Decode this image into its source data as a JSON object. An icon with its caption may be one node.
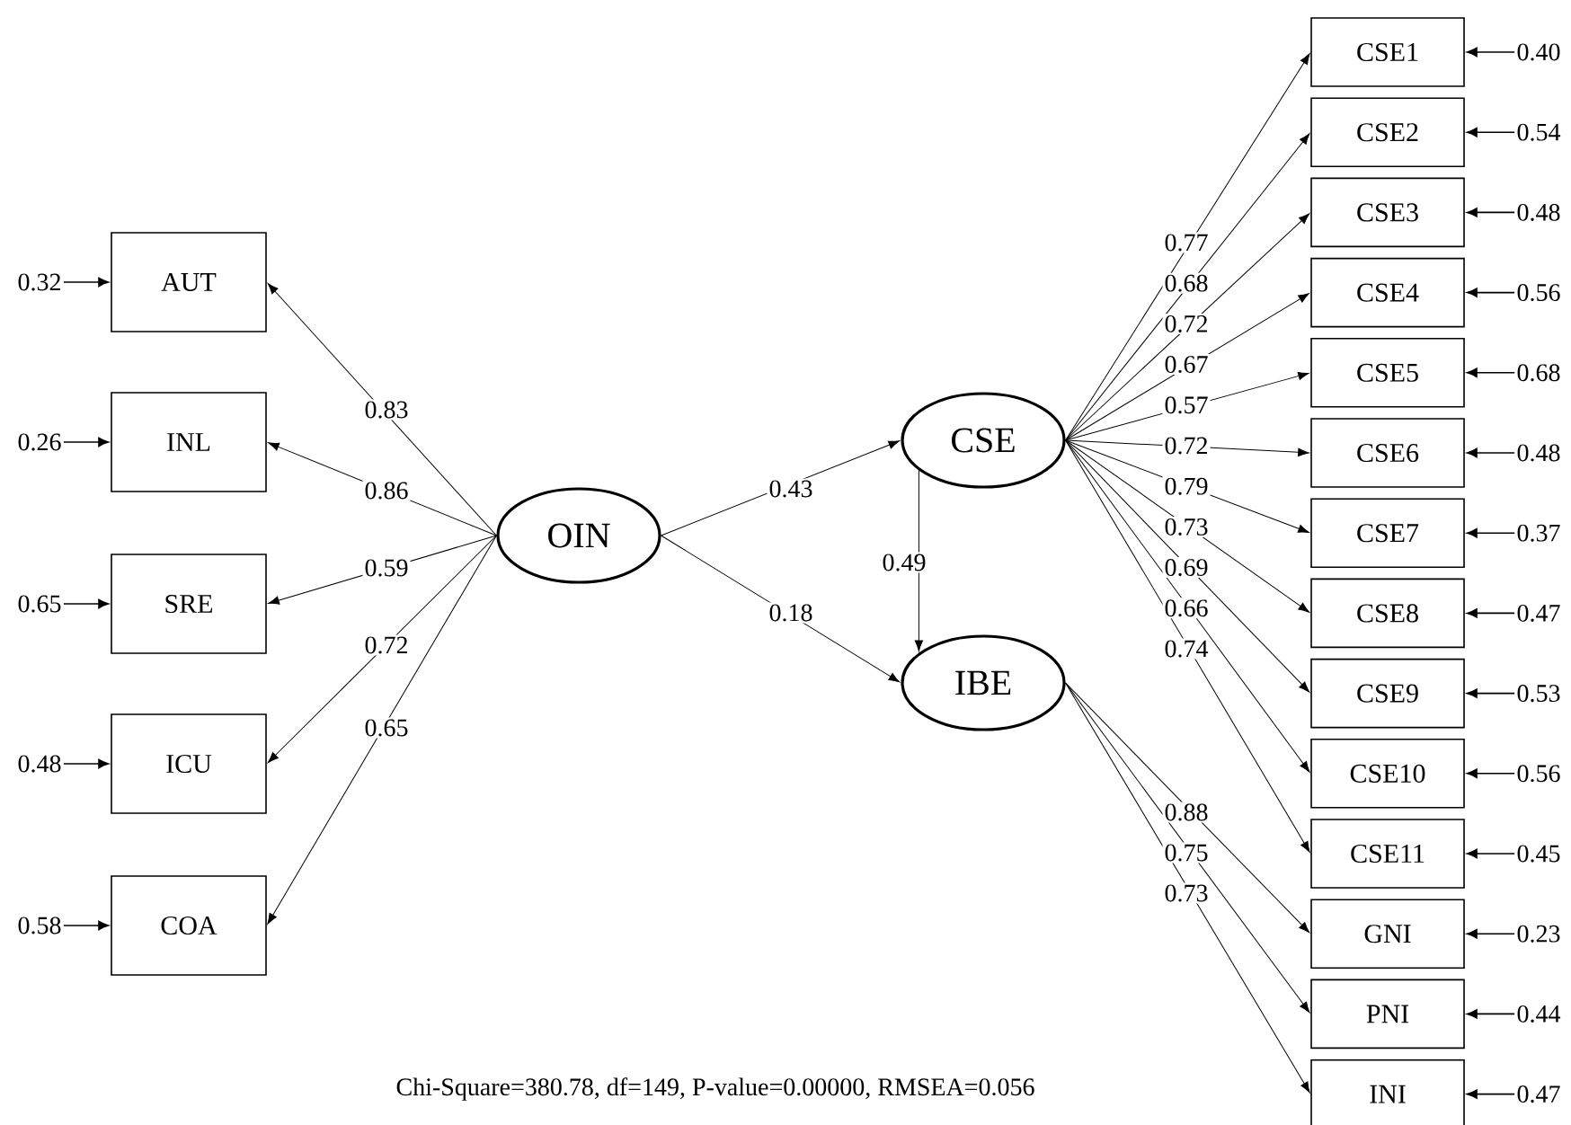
{
  "diagram": {
    "caption": "Chi-Square=380.78, df=149, P-value=0.00000, RMSEA=0.056",
    "nodes": [
      {
        "text": [
          "AUT"
        ]
      },
      {
        "text": [
          "INL"
        ]
      },
      {
        "text": [
          "SRE"
        ]
      },
      {
        "text": [
          "ICU"
        ]
      },
      {
        "text": [
          "COA"
        ]
      },
      {
        "text": [
          "OIN"
        ]
      },
      {
        "text": [
          "CSE"
        ]
      },
      {
        "text": [
          "IBE"
        ]
      },
      {
        "text": [
          "CSE1"
        ]
      },
      {
        "text": [
          "CSE2"
        ]
      },
      {
        "text": [
          "CSE3"
        ]
      },
      {
        "text": [
          "CSE4"
        ]
      },
      {
        "text": [
          "CSE5"
        ]
      },
      {
        "text": [
          "CSE6"
        ]
      },
      {
        "text": [
          "CSE7"
        ]
      },
      {
        "text": [
          "CSE8"
        ]
      },
      {
        "text": [
          "CSE9"
        ]
      },
      {
        "text": [
          "CSE10"
        ]
      },
      {
        "text": [
          "CSE11"
        ]
      },
      {
        "text": [
          "GNI"
        ]
      },
      {
        "text": [
          "PNI"
        ]
      },
      {
        "text": [
          "INI"
        ]
      },
      {
        "text": [
          "0.32"
        ]
      },
      {
        "text": [
          "0.26"
        ]
      },
      {
        "text": [
          "0.65"
        ]
      },
      {
        "text": [
          "0.48"
        ]
      },
      {
        "text": [
          "0.58"
        ]
      },
      {
        "text": [
          "0.40"
        ]
      },
      {
        "text": [
          "0.54"
        ]
      },
      {
        "text": [
          "0.48"
        ]
      },
      {
        "text": [
          "0.56"
        ]
      },
      {
        "text": [
          "0.68"
        ]
      },
      {
        "text": [
          "0.48"
        ]
      },
      {
        "text": [
          "0.37"
        ]
      },
      {
        "text": [
          "0.47"
        ]
      },
      {
        "text": [
          "0.53"
        ]
      },
      {
        "text": [
          "0.56"
        ]
      },
      {
        "text": [
          "0.45"
        ]
      },
      {
        "text": [
          "0.23"
        ]
      },
      {
        "text": [
          "0.44"
        ]
      },
      {
        "text": [
          "0.47"
        ]
      }
    ],
    "edges": [
      {
        "from": 5,
        "to": 0,
        "arrow": "to",
        "label": "0.83"
      },
      {
        "from": 5,
        "to": 1,
        "arrow": "to",
        "label": "0.86"
      },
      {
        "from": 5,
        "to": 2,
        "arrow": "to",
        "label": "0.59"
      },
      {
        "from": 5,
        "to": 3,
        "arrow": "to",
        "label": "0.72"
      },
      {
        "from": 5,
        "to": 4,
        "arrow": "to",
        "label": "0.65"
      },
      {
        "from": 5,
        "to": 6,
        "arrow": "to",
        "label": "0.43"
      },
      {
        "from": 5,
        "to": 7,
        "arrow": "to",
        "label": "0.18"
      },
      {
        "from": 6,
        "to": 7,
        "arrow": "to",
        "label": "0.49"
      },
      {
        "from": 6,
        "to": 8,
        "arrow": "to",
        "label": "0.77"
      },
      {
        "from": 6,
        "to": 9,
        "arrow": "to",
        "label": "0.68"
      },
      {
        "from": 6,
        "to": 10,
        "arrow": "to",
        "label": "0.72"
      },
      {
        "from": 6,
        "to": 11,
        "arrow": "to",
        "label": "0.67"
      },
      {
        "from": 6,
        "to": 12,
        "arrow": "to",
        "label": "0.57"
      },
      {
        "from": 6,
        "to": 13,
        "arrow": "to",
        "label": "0.72"
      },
      {
        "from": 6,
        "to": 14,
        "arrow": "to",
        "label": "0.79"
      },
      {
        "from": 6,
        "to": 15,
        "arrow": "to",
        "label": "0.73"
      },
      {
        "from": 6,
        "to": 16,
        "arrow": "to",
        "label": "0.69"
      },
      {
        "from": 6,
        "to": 17,
        "arrow": "to",
        "label": "0.66"
      },
      {
        "from": 6,
        "to": 18,
        "arrow": "to",
        "label": "0.74"
      },
      {
        "from": 7,
        "to": 19,
        "arrow": "to",
        "label": "0.88"
      },
      {
        "from": 7,
        "to": 20,
        "arrow": "to",
        "label": "0.75"
      },
      {
        "from": 7,
        "to": 21,
        "arrow": "to",
        "label": "0.73"
      },
      {
        "from": 22,
        "to": 0,
        "arrow": "to"
      },
      {
        "from": 23,
        "to": 1,
        "arrow": "to"
      },
      {
        "from": 24,
        "to": 2,
        "arrow": "to"
      },
      {
        "from": 25,
        "to": 3,
        "arrow": "to"
      },
      {
        "from": 26,
        "to": 4,
        "arrow": "to"
      },
      {
        "from": 27,
        "to": 8,
        "arrow": "to"
      },
      {
        "from": 28,
        "to": 9,
        "arrow": "to"
      },
      {
        "from": 29,
        "to": 10,
        "arrow": "to"
      },
      {
        "from": 30,
        "to": 11,
        "arrow": "to"
      },
      {
        "from": 31,
        "to": 12,
        "arrow": "to"
      },
      {
        "from": 32,
        "to": 13,
        "arrow": "to"
      },
      {
        "from": 33,
        "to": 14,
        "arrow": "to"
      },
      {
        "from": 34,
        "to": 15,
        "arrow": "to"
      },
      {
        "from": 35,
        "to": 16,
        "arrow": "to"
      },
      {
        "from": 36,
        "to": 17,
        "arrow": "to"
      },
      {
        "from": 37,
        "to": 18,
        "arrow": "to"
      },
      {
        "from": 38,
        "to": 19,
        "arrow": "to"
      },
      {
        "from": 39,
        "to": 20,
        "arrow": "to"
      },
      {
        "from": 40,
        "to": 21,
        "arrow": "to"
      }
    ]
  }
}
